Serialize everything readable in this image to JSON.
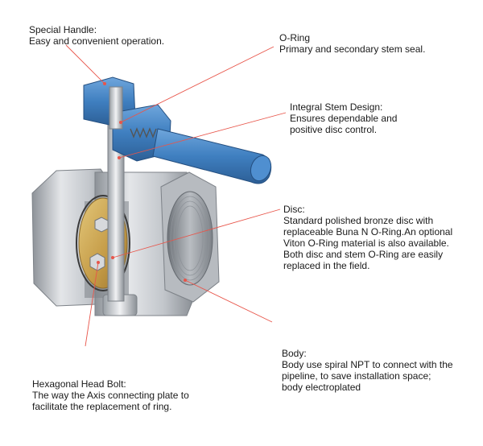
{
  "callouts": {
    "handle": {
      "title": "Special Handle:",
      "lines": [
        "Easy and convenient operation."
      ]
    },
    "oring": {
      "title": "O-Ring",
      "lines": [
        "Primary and secondary stem seal."
      ]
    },
    "stem": {
      "title": "Integral Stem Design:",
      "lines": [
        "Ensures dependable and",
        "positive disc control."
      ]
    },
    "disc": {
      "title": "Disc:",
      "lines": [
        "Standard polished bronze disc with",
        "replaceable Buna N O-Ring.An optional",
        "Viton O-Ring material is also available.",
        "Both disc and stem O-Ring are easily",
        "replaced in the field."
      ]
    },
    "body": {
      "title": "Body:",
      "lines": [
        "Body use spiral NPT to connect with the",
        "pipeline, to save installation space;",
        "body electroplated"
      ]
    },
    "bolt": {
      "title": "Hexagonal Head Bolt:",
      "lines": [
        "The way the Axis connecting plate to",
        "facilitate the replacement of ring."
      ]
    }
  },
  "colors": {
    "leader": "#e8554a",
    "handle": "#4a86c5",
    "body": "#c9ccd1",
    "disc": "#c9a24e"
  }
}
